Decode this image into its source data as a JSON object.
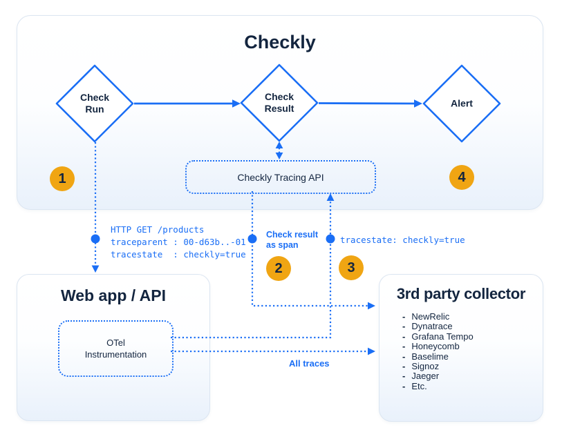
{
  "colors": {
    "line_blue": "#1a6ef5",
    "text_navy": "#13253f",
    "badge_orange": "#F0A513",
    "panel_border": "#dbe5f1",
    "panel_gradient_bottom": "#e9f1fb"
  },
  "checkly": {
    "title": "Checkly",
    "nodes": [
      {
        "label": "Check\nRun"
      },
      {
        "label": "Check\nResult"
      },
      {
        "label": "Alert"
      }
    ],
    "tracing_api_label": "Checkly Tracing API"
  },
  "badges": [
    {
      "label": "1"
    },
    {
      "label": "2"
    },
    {
      "label": "3"
    },
    {
      "label": "4"
    }
  ],
  "annotations": {
    "http_lines": [
      "HTTP GET /products",
      "traceparent : 00-d63b..-01",
      "tracestate  : checkly=true"
    ],
    "check_result_span": "Check result as span",
    "tracestate": "tracestate: checkly=true",
    "all_traces": "All traces"
  },
  "web_app": {
    "title": "Web app / API",
    "otel_label": "OTel\nInstrumentation"
  },
  "collector": {
    "title": "3rd party collector",
    "bullet": "-",
    "items": [
      "NewRelic",
      "Dynatrace",
      "Grafana Tempo",
      "Honeycomb",
      "Baselime",
      "Signoz",
      "Jaeger",
      "Etc."
    ]
  }
}
